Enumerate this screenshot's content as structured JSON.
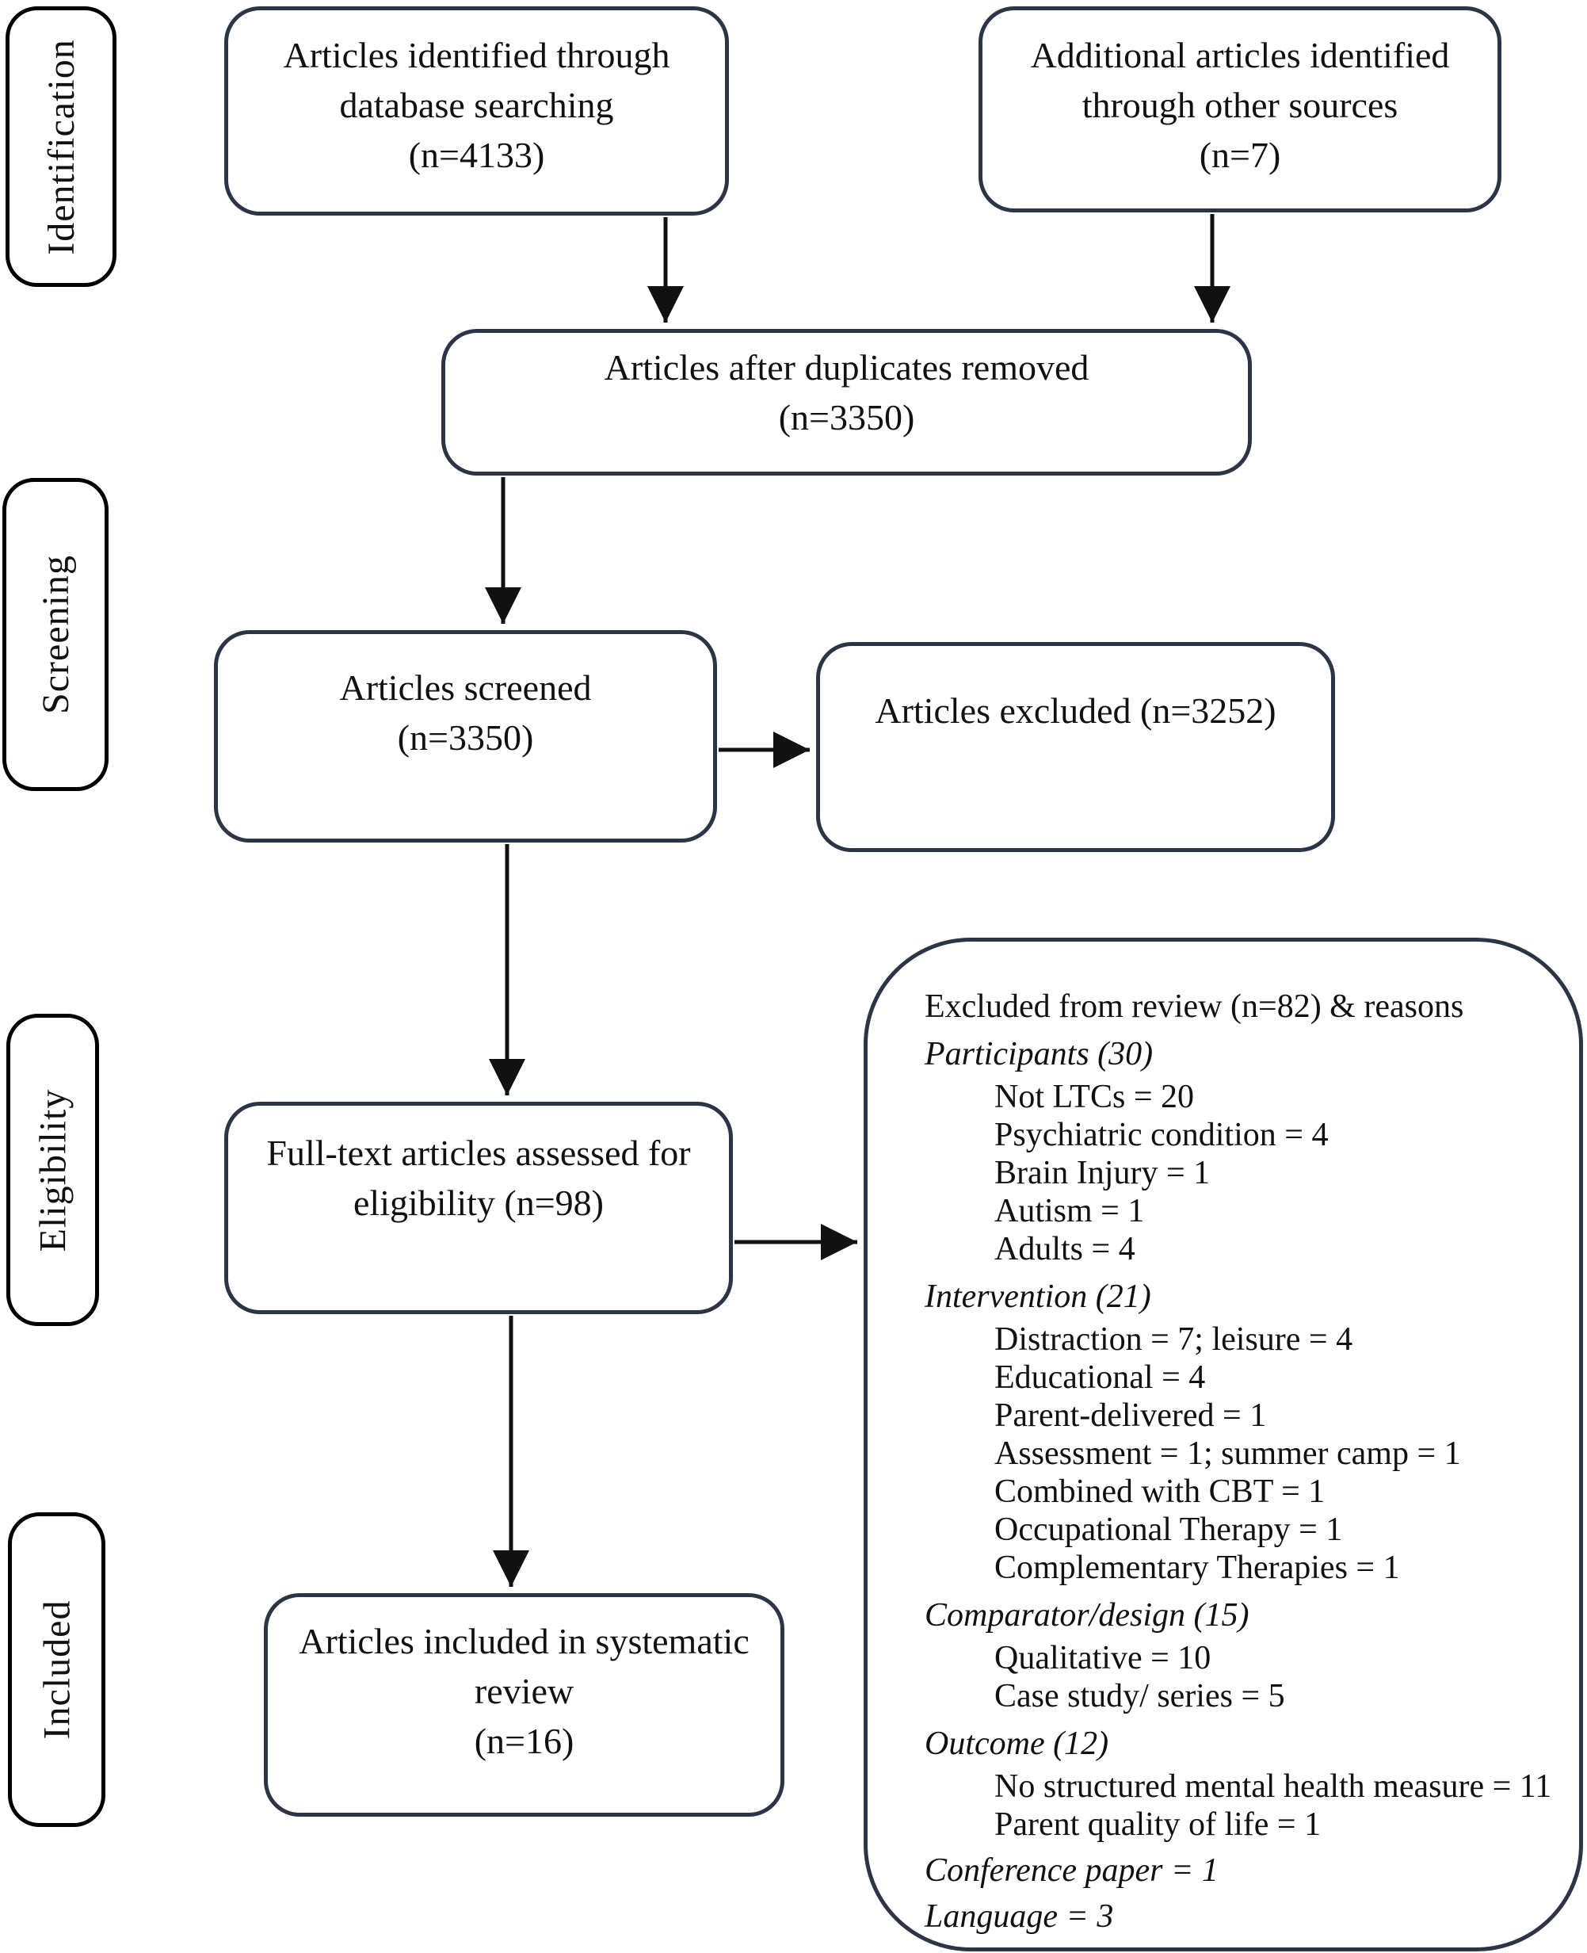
{
  "stage_labels": {
    "identification": "Identification",
    "screening": "Screening",
    "eligibility": "Eligibility",
    "included": "Included"
  },
  "boxes": {
    "db_search": {
      "lines": [
        "Articles identified through",
        "database searching",
        "(n=4133)"
      ]
    },
    "other_sources": {
      "lines": [
        "Additional articles identified",
        "through other sources",
        "(n=7)"
      ]
    },
    "duplicates_removed": {
      "lines": [
        "Articles after duplicates removed",
        "(n=3350)"
      ]
    },
    "screened": {
      "lines": [
        "Articles screened",
        "(n=3350)"
      ]
    },
    "excluded_screening": {
      "lines": [
        "Articles excluded (n=3252)"
      ]
    },
    "full_text": {
      "lines": [
        "Full-text articles assessed for",
        "eligibility (n=98)"
      ]
    },
    "included_review": {
      "lines": [
        "Articles included in systematic",
        "review",
        "(n=16)"
      ]
    }
  },
  "exclusion_detail": {
    "entries": [
      {
        "text": "Excluded from review (n=82) & reasons",
        "style": "title"
      },
      {
        "text": "Participants (30)",
        "style": "section"
      },
      {
        "text": "Not LTCs = 20",
        "style": "item"
      },
      {
        "text": "Psychiatric condition = 4",
        "style": "item"
      },
      {
        "text": "Brain Injury = 1",
        "style": "item"
      },
      {
        "text": "Autism = 1",
        "style": "item"
      },
      {
        "text": "Adults = 4",
        "style": "item"
      },
      {
        "text": "Intervention (21)",
        "style": "section"
      },
      {
        "text": "Distraction = 7; leisure = 4",
        "style": "item"
      },
      {
        "text": "Educational = 4",
        "style": "item"
      },
      {
        "text": "Parent-delivered = 1",
        "style": "item"
      },
      {
        "text": "Assessment = 1; summer camp = 1",
        "style": "item"
      },
      {
        "text": "Combined with CBT = 1",
        "style": "item"
      },
      {
        "text": "Occupational Therapy = 1",
        "style": "item"
      },
      {
        "text": "Complementary Therapies = 1",
        "style": "item"
      },
      {
        "text": "Comparator/design (15)",
        "style": "section"
      },
      {
        "text": "Qualitative = 10",
        "style": "item"
      },
      {
        "text": "Case study/ series = 5",
        "style": "item"
      },
      {
        "text": "Outcome (12)",
        "style": "section"
      },
      {
        "text": "No structured mental health measure = 11",
        "style": "item"
      },
      {
        "text": "Parent quality of life = 1",
        "style": "item"
      },
      {
        "text": "Conference paper = 1",
        "style": "loose"
      },
      {
        "text": "Language = 3",
        "style": "loose"
      }
    ]
  },
  "colors": {
    "box_border": "#2b3545",
    "stage_border": "#000000",
    "arrow": "#111111",
    "text": "#111111",
    "background": "#ffffff"
  }
}
